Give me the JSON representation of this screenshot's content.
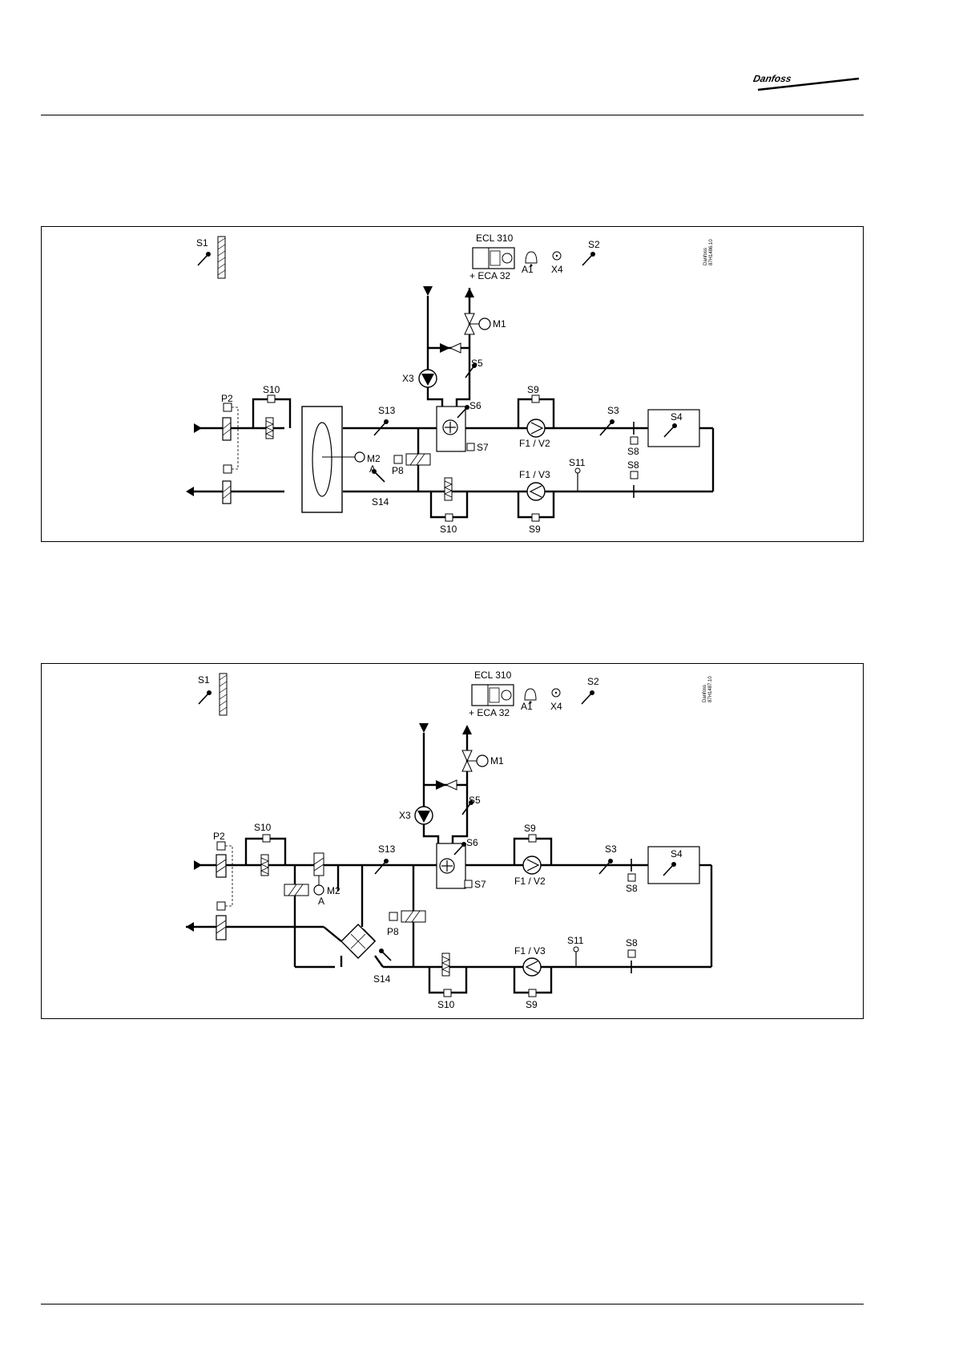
{
  "brand": {
    "logo_text": "Danfoss"
  },
  "diagram1": {
    "labels": {
      "S1": "S1",
      "S2": "S2",
      "S3": "S3",
      "S4": "S4",
      "S5": "S5",
      "S6": "S6",
      "S7": "S7",
      "S8a": "S8",
      "S8b": "S8",
      "S9a": "S9",
      "S9b": "S9",
      "S10a": "S10",
      "S10b": "S10",
      "S11": "S11",
      "S13": "S13",
      "S14": "S14",
      "P2": "P2",
      "P8": "P8",
      "M1": "M1",
      "M2": "M2",
      "A": "A",
      "X3": "X3",
      "X4": "X4",
      "A1": "A1",
      "ECL": "ECL 310",
      "ECA": "+ ECA 32",
      "F1V2": "F1 / V2",
      "F1V3": "F1 / V3",
      "code1": "Danfoss",
      "code2": "87H1486.10"
    }
  },
  "diagram2": {
    "labels": {
      "S1": "S1",
      "S2": "S2",
      "S3": "S3",
      "S4": "S4",
      "S5": "S5",
      "S6": "S6",
      "S7": "S7",
      "S8a": "S8",
      "S8b": "S8",
      "S9a": "S9",
      "S9b": "S9",
      "S10a": "S10",
      "S10b": "S10",
      "S11": "S11",
      "S13": "S13",
      "S14": "S14",
      "P2": "P2",
      "P8": "P8",
      "M1": "M1",
      "M2": "M2",
      "A": "A",
      "X3": "X3",
      "X4": "X4",
      "A1": "A1",
      "ECL": "ECL 310",
      "ECA": "+ ECA 32",
      "F1V2": "F1 / V2",
      "F1V3": "F1 / V3",
      "code1": "Danfoss",
      "code2": "87H1487.10"
    }
  }
}
